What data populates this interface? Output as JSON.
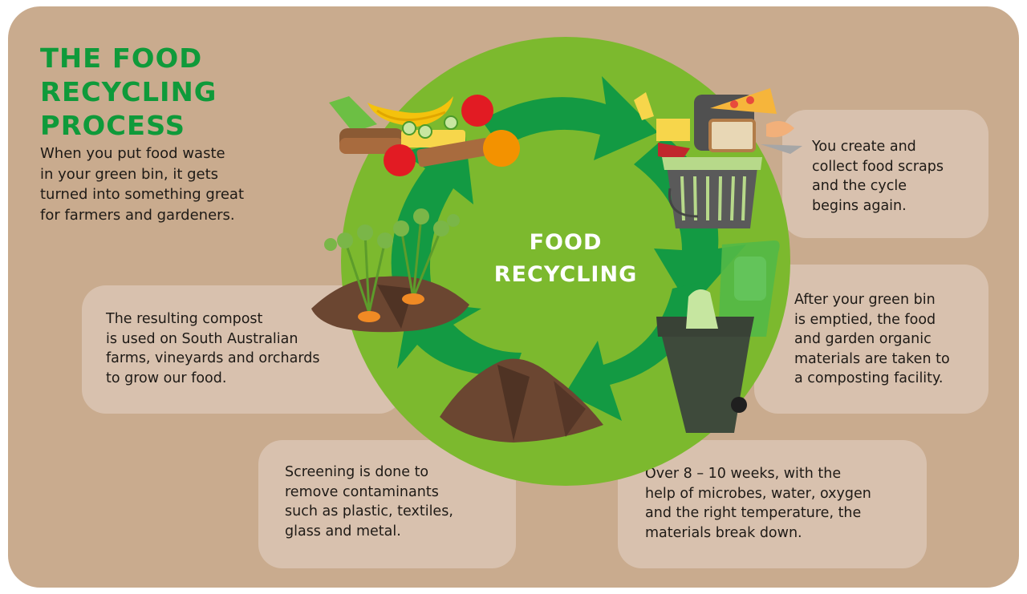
{
  "header": {
    "title": "THE FOOD\nRECYCLING\nPROCESS",
    "intro": "When you put food waste\nin your green bin, it gets\nturned into something great\nfor farmers and gardeners."
  },
  "diagram": {
    "center_label": "FOOD\nRECYCLING",
    "colors": {
      "background": "#c9ab8e",
      "box": "#d8c1ae",
      "circle": "#7cb92e",
      "arrows": "#139a43",
      "title": "#0f9a3a",
      "text": "#1e1a16"
    },
    "illustrations": [
      "fresh-food",
      "food-scraps-caddy",
      "green-bin",
      "compost-pile",
      "carrot-plants"
    ],
    "steps": [
      {
        "id": "collect",
        "text": "You create and\ncollect food scraps\nand the cycle\nbegins again."
      },
      {
        "id": "bin",
        "text": "After your green bin\nis emptied, the food\nand garden organic\nmaterials are taken to\na composting facility."
      },
      {
        "id": "breakdown",
        "text": "Over 8 – 10 weeks, with the\nhelp of microbes, water, oxygen\nand the right temperature, the\nmaterials break down."
      },
      {
        "id": "screening",
        "text": "Screening is done to\nremove contaminants\nsuch as plastic, textiles,\nglass and metal."
      },
      {
        "id": "compost",
        "text": "The resulting compost\nis used on South Australian\nfarms, vineyards and orchards\nto grow our food."
      }
    ]
  }
}
